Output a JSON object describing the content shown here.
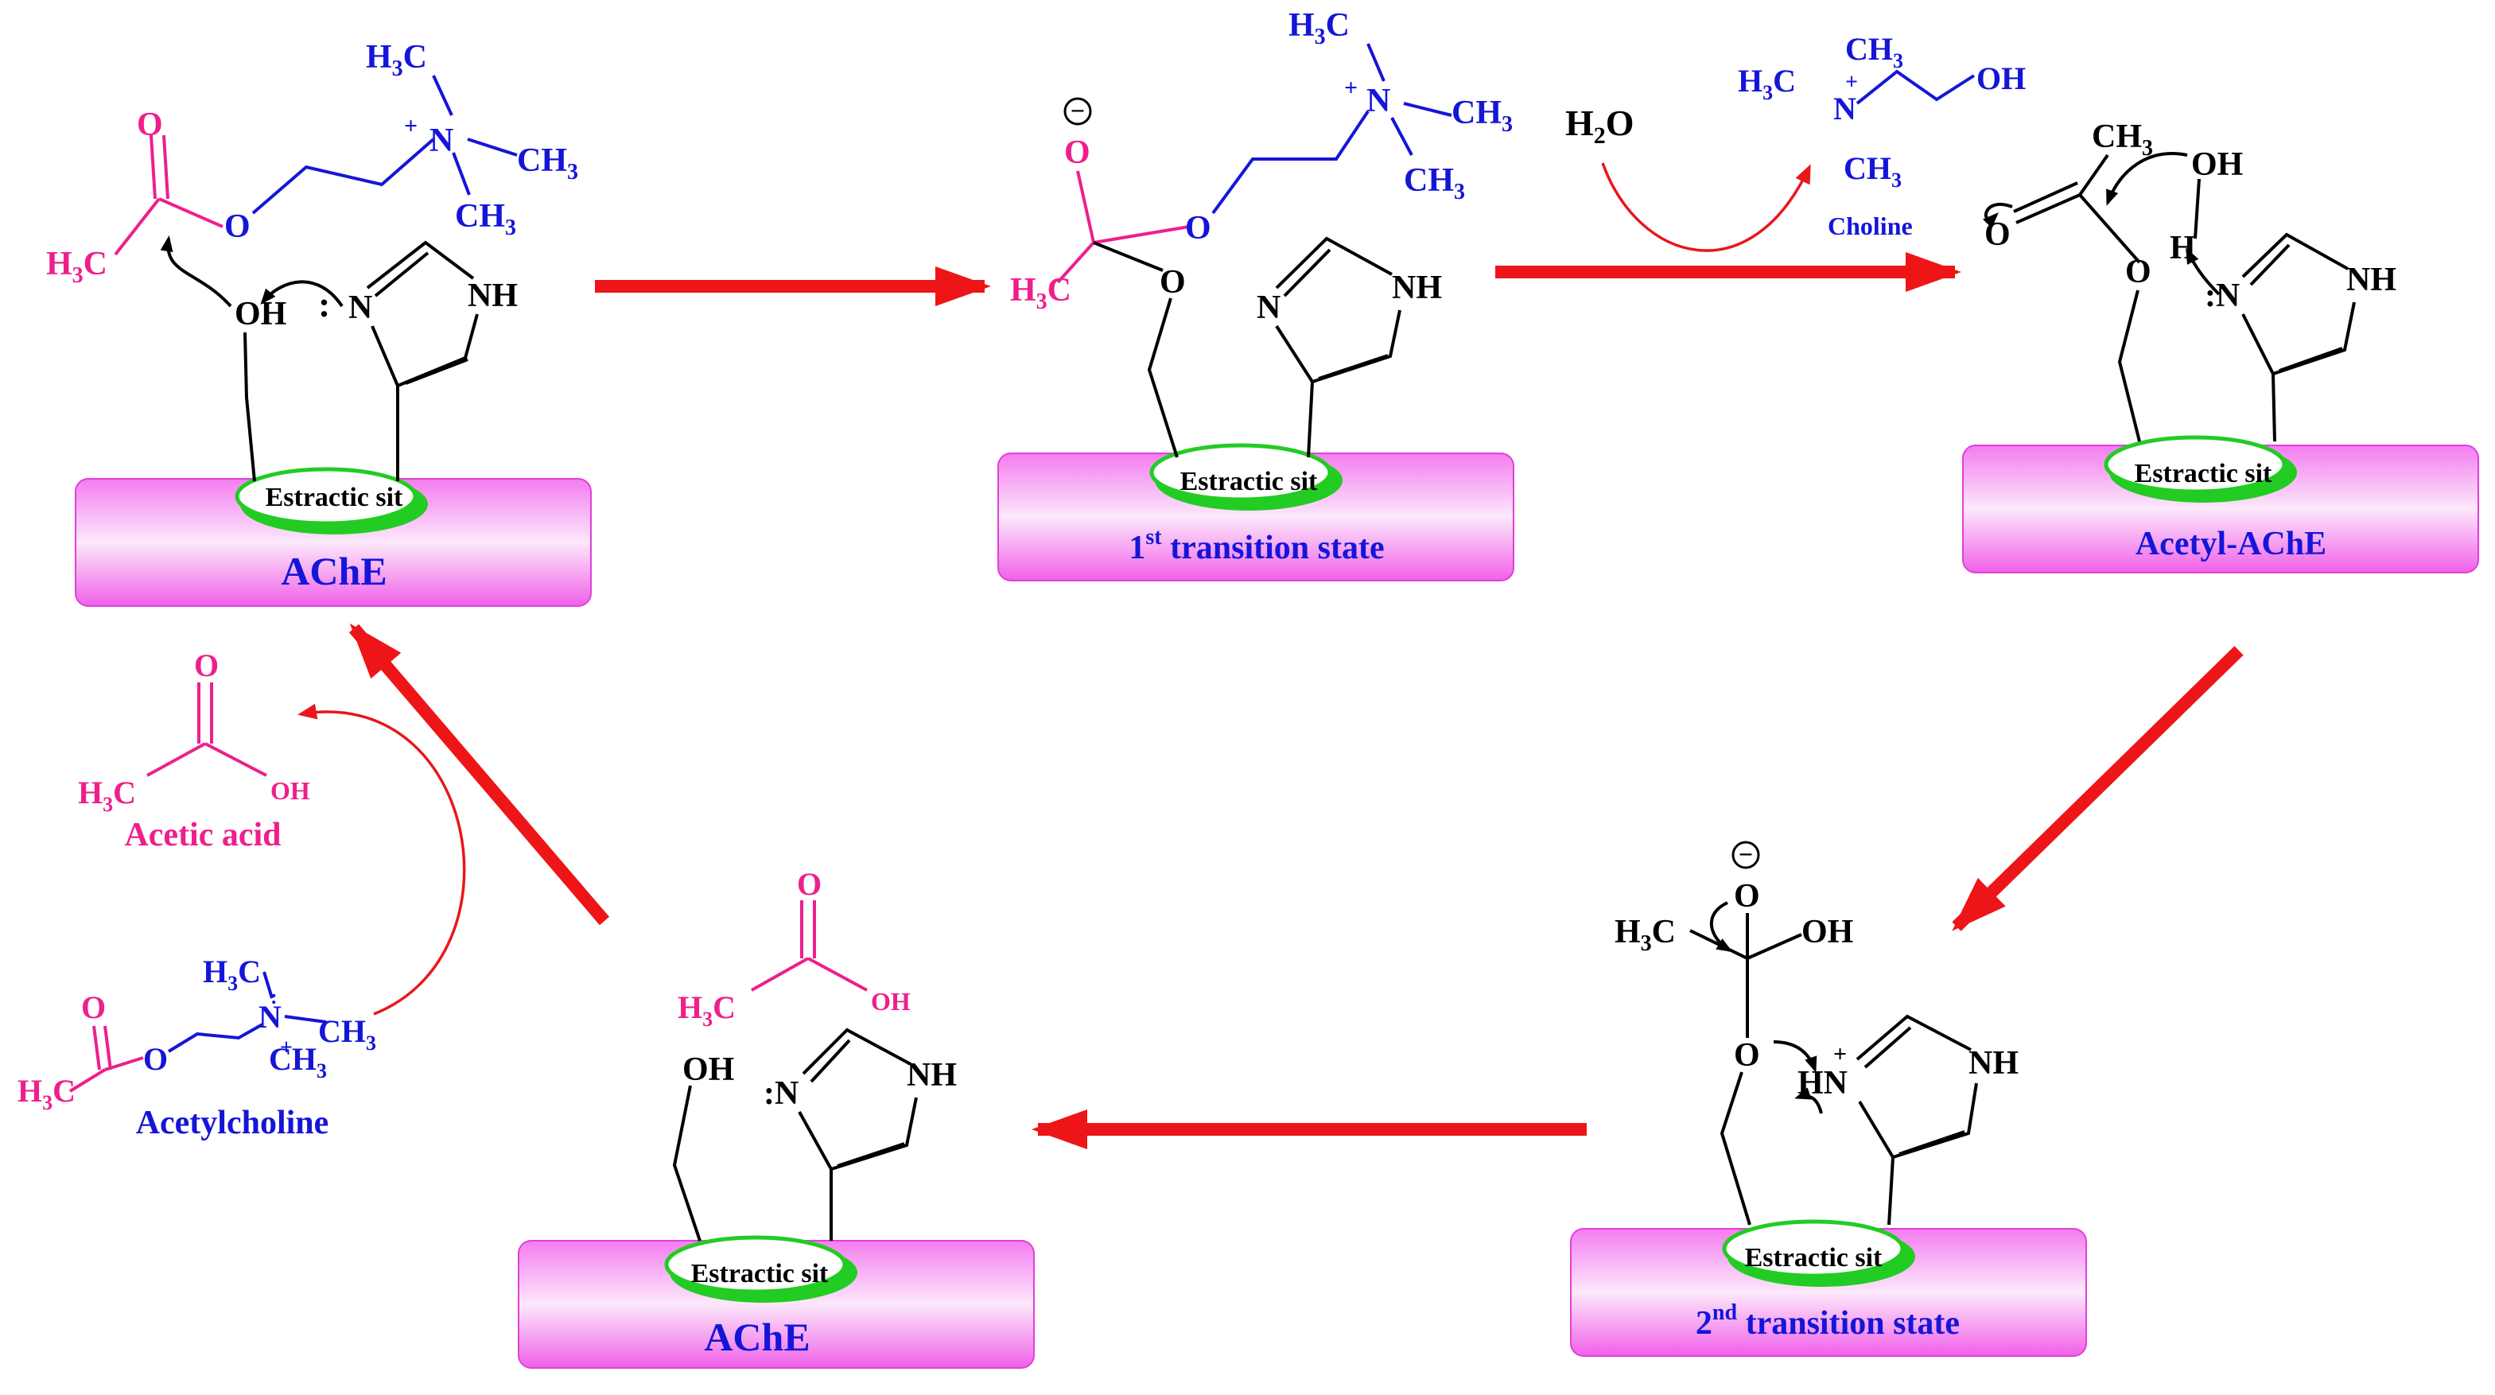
{
  "labels": {
    "box_ache_top": "AChE",
    "box_first_ts": "1",
    "box_first_ts_sup": "st",
    "box_first_ts_rest": " transition state",
    "box_acetyl": "Acetyl-AChE",
    "box_second_ts": "2",
    "box_second_ts_sup": "nd",
    "box_second_ts_rest": " transition state",
    "box_ache_bottom": "AChE",
    "site": "Estractic sit",
    "water": "H",
    "water_sub": "2",
    "water_o": "O",
    "choline": "Choline",
    "acetic_acid": "Acetic acid",
    "acetylcholine": "Acetylcholine"
  },
  "atoms": {
    "o": "O",
    "oh": "OH",
    "h": "H",
    "n": "N",
    "nh": "NH",
    "colon_n": ":N",
    "hn": "HN",
    "h3c": "H",
    "c": "C",
    "ch": "CH",
    "sub3": "3",
    "plus": "+",
    "colon": ":",
    "minus": "−"
  },
  "colors": {
    "acetyl_magenta": "#ee1f8c",
    "choline_blue": "#1515d8",
    "arrow_red": "#ee1518",
    "site_green": "#22cc22",
    "box_pink": "#f060e8"
  }
}
